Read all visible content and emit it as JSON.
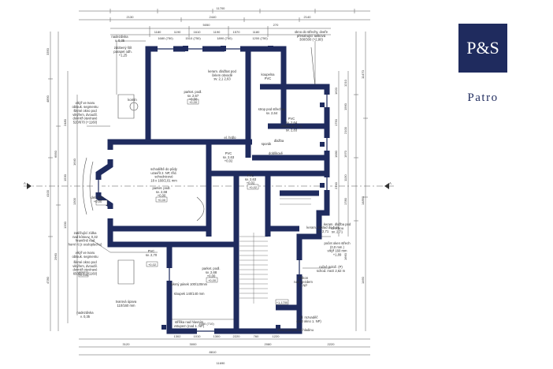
{
  "brand": {
    "logo_text": "P&S",
    "caption": "Patro",
    "color": "#1f2b5e"
  },
  "plan": {
    "overall_top": "11700",
    "overall_bottom": "11690",
    "top_dims": [
      "2130",
      "2440",
      "2140",
      "5050",
      "270",
      "1180",
      "1190",
      "1610",
      "1190",
      "1570",
      "1180",
      "1680",
      "1500"
    ],
    "top_labels": [
      "1680 (750)",
      "1510 (750)",
      "1890 (750)",
      "1200 (750)"
    ],
    "bottom_dims": [
      "3120",
      "3000",
      "2080",
      "1302",
      "8810",
      "1010",
      "1300",
      "2220",
      "760",
      "1220",
      "1580 (710)",
      "2220"
    ],
    "left_dims": [
      "3350",
      "4890",
      "6950",
      "4100",
      "2480",
      "1530",
      "1330",
      "4780",
      "1640",
      "1300",
      "2960"
    ],
    "right_dims": [
      "11470",
      "14890",
      "1210",
      "1560",
      "2100",
      "1970",
      "1130",
      "1780",
      "1620",
      "1750",
      "1680",
      "2140",
      "1460",
      "1660"
    ],
    "rooms": [
      {
        "name": "room-parket-large",
        "lines": [
          "parket. podl.",
          "sv. 2,67",
          "+0,00"
        ]
      },
      {
        "name": "room-keram-top",
        "lines": [
          "keram. dlažbat pod",
          "čelem obvodě",
          "sv. 2,1 2,63"
        ]
      },
      {
        "name": "room-koupelna",
        "lines": [
          "koupelna",
          "PVC"
        ]
      },
      {
        "name": "room-pvc-right",
        "lines": [
          "PVC",
          "sv. 2,64",
          "obklad do 1 m,",
          "sv. 2,83"
        ]
      },
      {
        "name": "room-pvc-left",
        "lines": [
          "PVC",
          "sv. 2,63",
          "+0,02"
        ]
      },
      {
        "name": "room-schodiste",
        "lines": [
          "schodiště do půdy",
          "uzavřít 2. NP, tříd.",
          "schodnicové",
          "18 x 160/2,01 mm"
        ]
      },
      {
        "name": "room-parket-center",
        "lines": [
          "parket. podl.",
          "sv. 2,68",
          "+0,00"
        ]
      },
      {
        "name": "room-pvc-center",
        "lines": [
          "PVC",
          "sv. 2,63",
          "+0,02"
        ]
      },
      {
        "name": "room-dlazba",
        "lines": [
          "dlažba"
        ]
      },
      {
        "name": "room-pvc-bottom-left",
        "lines": [
          "PVC",
          "sv. 2,70"
        ]
      },
      {
        "name": "room-parket-bottom",
        "lines": [
          "parket. podl.",
          "sv. 2,68",
          "+0,00"
        ]
      },
      {
        "name": "room-keram-right",
        "lines": [
          "keram. obklad do 1 m,",
          "sv. 2,71"
        ]
      },
      {
        "name": "room-balkon",
        "lines": [
          "balkon",
          "nad vjezdem",
          "2. NP"
        ]
      }
    ],
    "notes": [
      {
        "name": "note-nadezdivka-top",
        "lines": [
          "nadezdivka",
          "v. 0,35"
        ]
      },
      {
        "name": "note-okno-strechy",
        "lines": [
          "okno do střechy, dveře",
          "přesahující tašková",
          "300/300 (+2,80)"
        ]
      },
      {
        "name": "note-vikyr-top",
        "lines": [
          "vikýř ve tvaru",
          "oblouk. segmentu"
        ]
      },
      {
        "name": "note-okno-vikyr-top",
        "lines": [
          "šikmé okno pod",
          "vikýřem, dvoudíl.",
          "dovnitř otevíravé",
          "520/670 (+1160)"
        ]
      },
      {
        "name": "note-zdobeny-stit",
        "lines": [
          "zdobený štít",
          "parapet odh.",
          "+1,25"
        ]
      },
      {
        "name": "note-zatezujici",
        "lines": [
          "zatěžující zídka",
          "nad kótou v. 0,32",
          "hraničně nad",
          "horní rt (z oceloplechu)"
        ]
      },
      {
        "name": "note-vikyr-bottom",
        "lines": [
          "vikýř ve tvaru",
          "oblouk. segmentu"
        ]
      },
      {
        "name": "note-okno-vikyr-bottom",
        "lines": [
          "šikmé okno pod",
          "vikýřem, dvoudíl.",
          "dovnitř otevíravé",
          "650/600 (+1160)"
        ]
      },
      {
        "name": "note-tvarova-upava",
        "lines": [
          "tvarová úpava",
          "110/160 mm"
        ]
      },
      {
        "name": "note-nadezdivka-bottom",
        "lines": [
          "nadezdivka",
          "v. 0,35"
        ]
      },
      {
        "name": "note-strisky",
        "lines": [
          "stříška nad hlavním",
          "vstupem (nad 1. NP)"
        ]
      },
      {
        "name": "note-el-rozvadec",
        "lines": [
          "El. rozvaděč",
          "(pod okno 1. NP)"
        ]
      },
      {
        "name": "note-okno-pod-pruh",
        "lines": [
          "okno pod prvním hladinu"
        ]
      },
      {
        "name": "note-poloha-oken",
        "lines": [
          "počet oken střech",
          "(0,0 mm )",
          "vikýř 160 mm",
          "+1,89"
        ]
      },
      {
        "name": "note-keram-right-top",
        "lines": [
          "keram. dlažba pod",
          "střechou",
          "sv. 2,71"
        ]
      },
      {
        "name": "note-parket-strecha",
        "lines": [
          "ručně polož. (P)",
          "schod. mezi 2,62 m"
        ]
      },
      {
        "name": "note-strop-pod-strechou",
        "lines": [
          "strop pod střechou",
          "sv. 2,64"
        ]
      },
      {
        "name": "note-sloupek",
        "lines": [
          "sloupek 140/140 mm"
        ]
      },
      {
        "name": "note-stmelny-pas",
        "lines": [
          "šikmý pásek 100/120mm"
        ]
      },
      {
        "name": "note-det-mez",
        "lines": [
          "det. mez.",
          "+0,00"
        ]
      },
      {
        "name": "note-el-top",
        "lines": [
          "el. hrdlo"
        ]
      },
      {
        "name": "note-dubl",
        "lines": [
          "doblíkově"
        ]
      },
      {
        "name": "note-sporak",
        "lines": [
          "sporák"
        ]
      },
      {
        "name": "note-komin",
        "lines": [
          "komín"
        ]
      }
    ],
    "section_marker": "A",
    "levels": [
      "+0,00",
      "+0,00",
      "+0,02",
      "+0,00",
      "+0,02",
      "+1,1700",
      "+2,100"
    ]
  }
}
